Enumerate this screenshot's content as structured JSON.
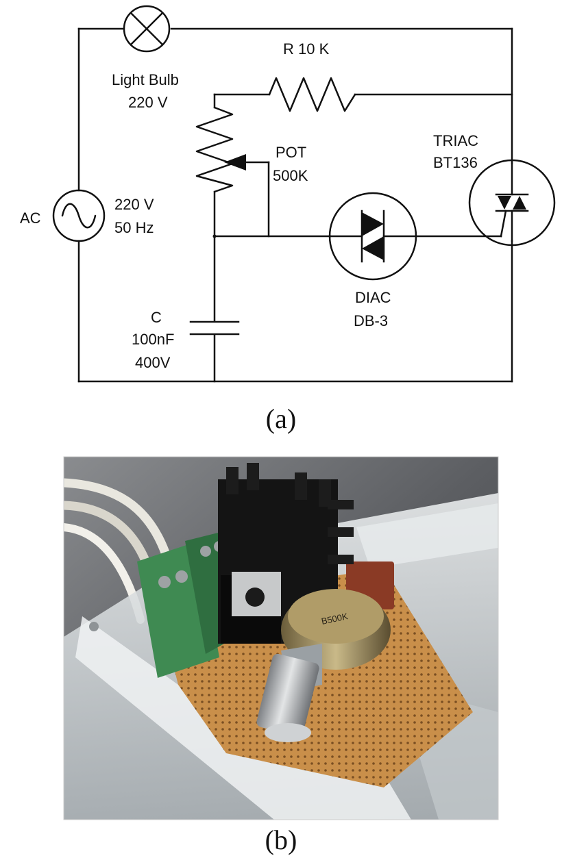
{
  "diagram": {
    "labels": {
      "light_bulb_name": "Light Bulb",
      "light_bulb_voltage": "220 V",
      "resistor": "R 10 K",
      "pot_name": "POT",
      "pot_value": "500K",
      "triac_name": "TRIAC",
      "triac_part": "BT136",
      "ac_name": "AC",
      "ac_voltage": "220 V",
      "ac_freq": "50 Hz",
      "diac_name": "DIAC",
      "diac_part": "DB-3",
      "cap_name": "C",
      "cap_value": "100nF",
      "cap_voltage": "400V"
    }
  },
  "captions": {
    "a": "(a)",
    "b": "(b)"
  },
  "photo": {
    "pot_marking": "B500K",
    "colors": {
      "background_gray": "#6b6d70",
      "heatsink": "#141414",
      "terminal_green": "#3f8a52",
      "perfboard": "#c98f4a",
      "capacitor": "#8a3a25",
      "acrylic": "#d8dde0"
    }
  }
}
